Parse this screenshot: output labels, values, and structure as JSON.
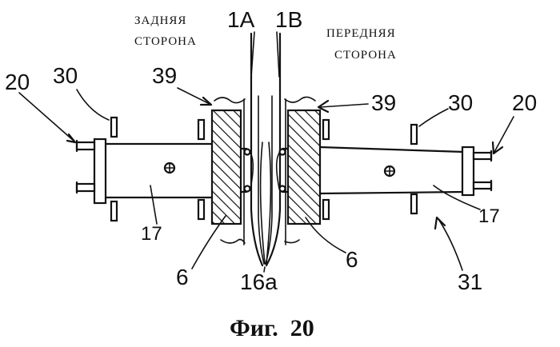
{
  "labels": {
    "rear_side_line1": "ЗАДНЯЯ",
    "rear_side_line2": "СТОРОНА",
    "front_side_line1": "ПЕРЕДНЯЯ",
    "front_side_line2": "СТОРОНА",
    "plate_a": "1A",
    "plate_b": "1B",
    "ref_20_left": "20",
    "ref_30_left": "30",
    "ref_39_left": "39",
    "ref_39_right": "39",
    "ref_30_right": "30",
    "ref_20_right": "20",
    "ref_17_left": "17",
    "ref_17_right": "17",
    "ref_6_left": "6",
    "ref_6_right": "6",
    "ref_16a": "16a",
    "ref_31": "31"
  },
  "caption": "Фиг.  20"
}
